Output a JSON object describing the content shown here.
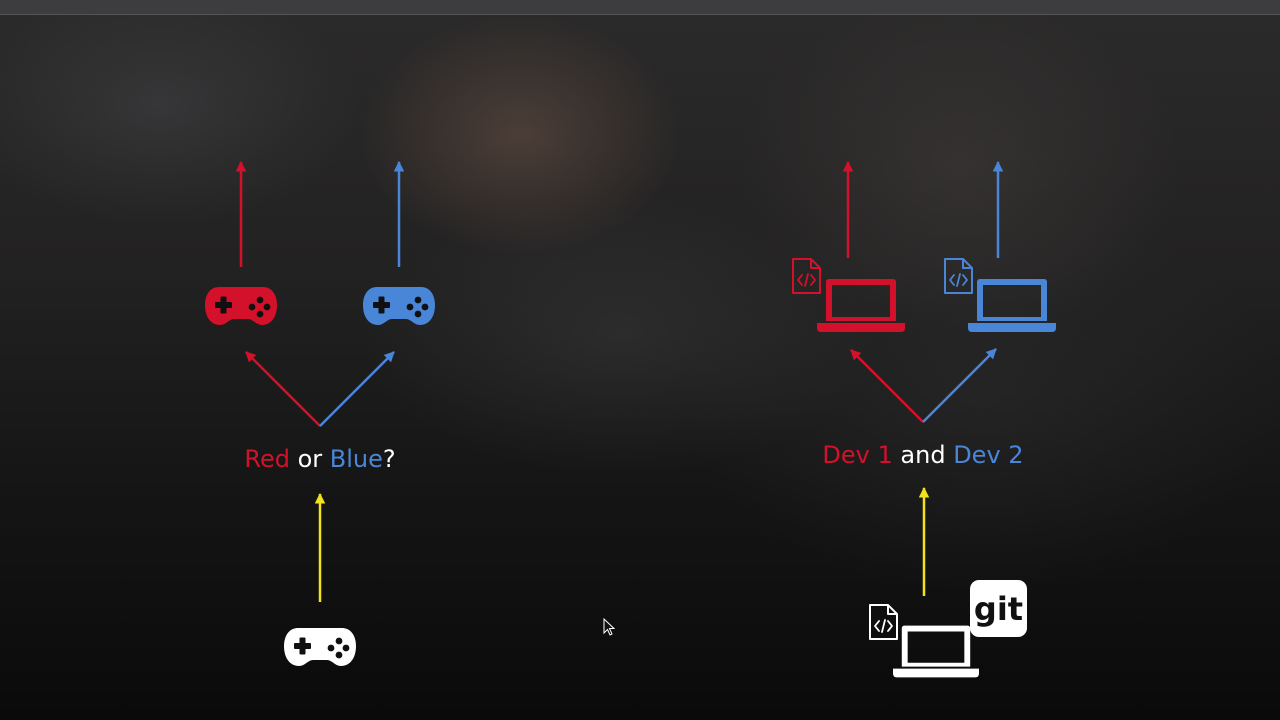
{
  "left": {
    "prefix": "Red",
    "middle": " or ",
    "suffix": "Blue",
    "end": "?"
  },
  "right": {
    "prefix": "Dev 1",
    "middle": " and ",
    "suffix": "Dev 2"
  },
  "git_logo": "git",
  "colors": {
    "red": "#d4112a",
    "blue": "#4a86d8",
    "yellow": "#f2e21a",
    "white": "#ffffff"
  },
  "icons": {
    "controller": "gamepad-icon",
    "laptop": "laptop-icon",
    "code_file": "code-file-icon",
    "git": "git-logo-icon",
    "cursor": "mouse-cursor-icon"
  }
}
